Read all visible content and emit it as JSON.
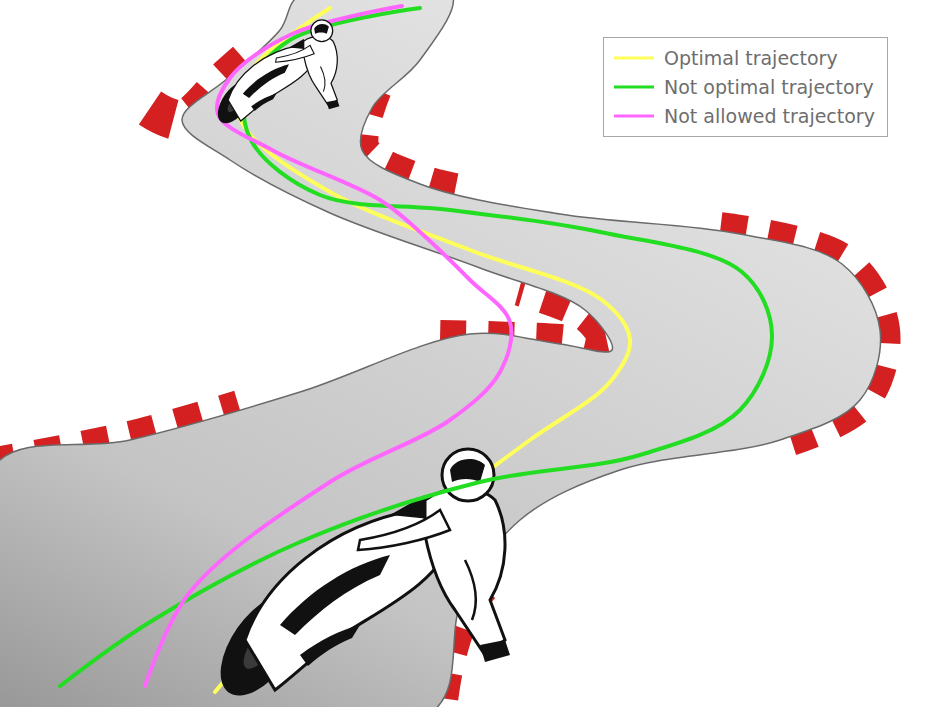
{
  "diagram": {
    "legend": [
      {
        "text": "Optimal trajectory"
      },
      {
        "text": "Not optimal trajectory"
      },
      {
        "text": "Not allowed trajectory"
      }
    ]
  }
}
